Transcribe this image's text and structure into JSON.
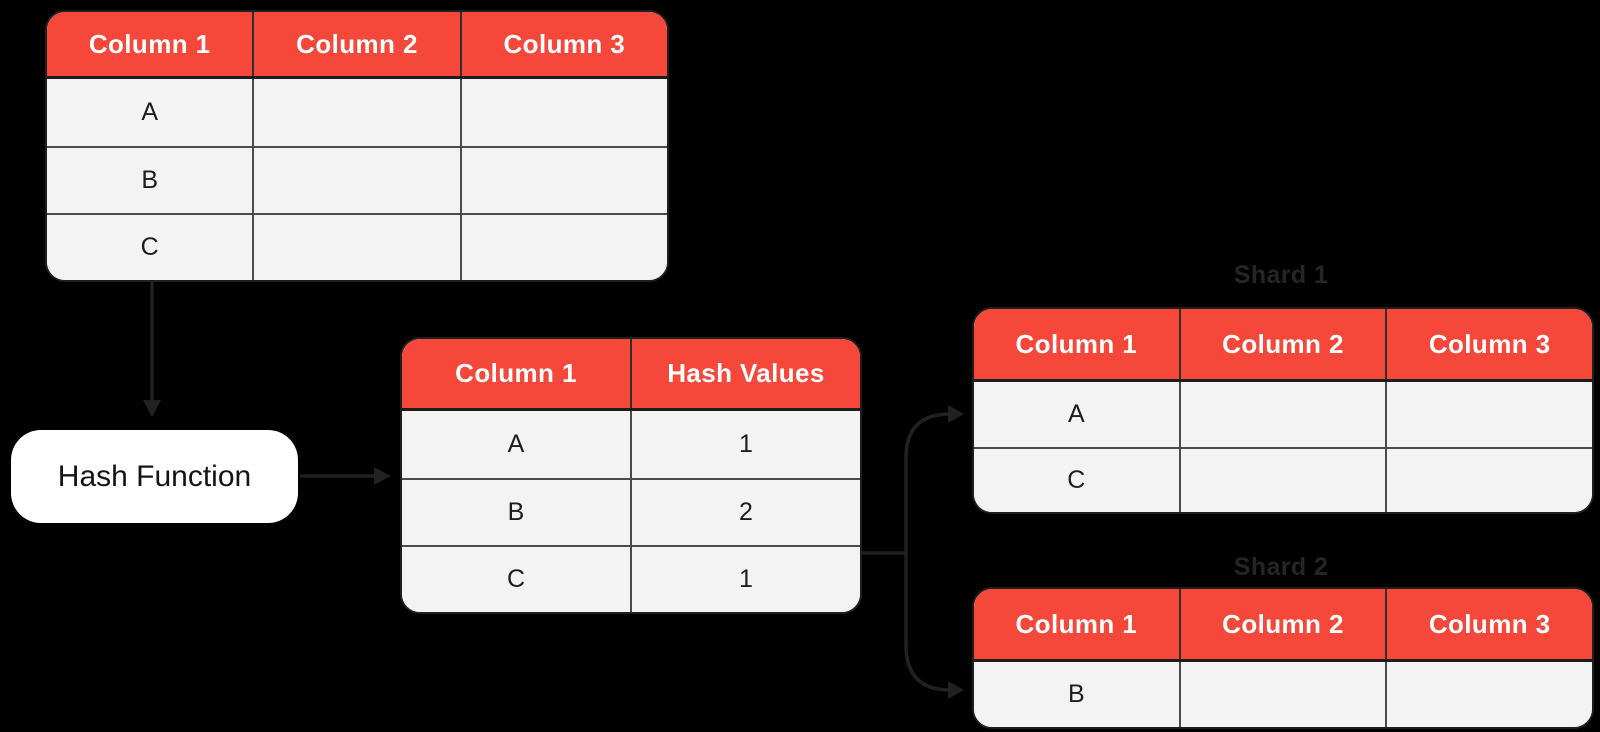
{
  "palette": {
    "canvas_background": "#000000",
    "accent_red": "#f5483b",
    "row_background": "#f3f3f3",
    "grid_border": "#4a4a4a",
    "outer_border": "#1f1f1f",
    "header_text": "#ffffff",
    "cell_text": "#1d1d1f",
    "connector": "#212121",
    "shard_title_text": "#252525",
    "hash_box_background": "#ffffff"
  },
  "hash_function": {
    "label": "Hash Function"
  },
  "tables": {
    "source": {
      "headers": [
        "Column 1",
        "Column 2",
        "Column 3"
      ],
      "rows": [
        [
          "A",
          "",
          ""
        ],
        [
          "B",
          "",
          ""
        ],
        [
          "C",
          "",
          ""
        ]
      ]
    },
    "hash": {
      "headers": [
        "Column 1",
        "Hash Values"
      ],
      "rows": [
        [
          "A",
          "1"
        ],
        [
          "B",
          "2"
        ],
        [
          "C",
          "1"
        ]
      ]
    },
    "shard1": {
      "title": "Shard 1",
      "headers": [
        "Column 1",
        "Column 2",
        "Column 3"
      ],
      "rows": [
        [
          "A",
          "",
          ""
        ],
        [
          "C",
          "",
          ""
        ]
      ]
    },
    "shard2": {
      "title": "Shard 2",
      "headers": [
        "Column 1",
        "Column 2",
        "Column 3"
      ],
      "rows": [
        [
          "B",
          "",
          ""
        ]
      ]
    }
  }
}
